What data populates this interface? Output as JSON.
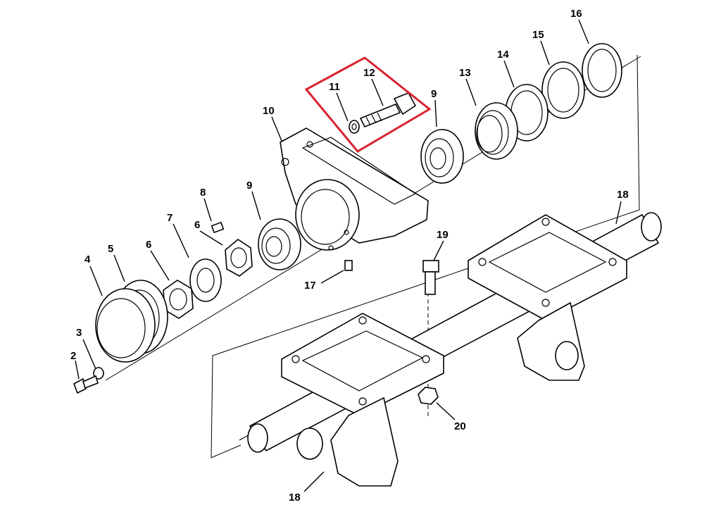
{
  "diagram": {
    "highlight_color": "#d9232e",
    "callouts": [
      {
        "id": "c2",
        "label": "2"
      },
      {
        "id": "c3",
        "label": "3"
      },
      {
        "id": "c4",
        "label": "4"
      },
      {
        "id": "c5",
        "label": "5"
      },
      {
        "id": "c6a",
        "label": "6"
      },
      {
        "id": "c6b",
        "label": "6"
      },
      {
        "id": "c7",
        "label": "7"
      },
      {
        "id": "c8",
        "label": "8"
      },
      {
        "id": "c9a",
        "label": "9"
      },
      {
        "id": "c9b",
        "label": "9"
      },
      {
        "id": "c10",
        "label": "10"
      },
      {
        "id": "c11",
        "label": "11"
      },
      {
        "id": "c12",
        "label": "12"
      },
      {
        "id": "c13",
        "label": "13"
      },
      {
        "id": "c14",
        "label": "14"
      },
      {
        "id": "c15",
        "label": "15"
      },
      {
        "id": "c16",
        "label": "16"
      },
      {
        "id": "c17",
        "label": "17"
      },
      {
        "id": "c18a",
        "label": "18"
      },
      {
        "id": "c18b",
        "label": "18"
      },
      {
        "id": "c19",
        "label": "19"
      },
      {
        "id": "c20",
        "label": "20"
      }
    ]
  }
}
